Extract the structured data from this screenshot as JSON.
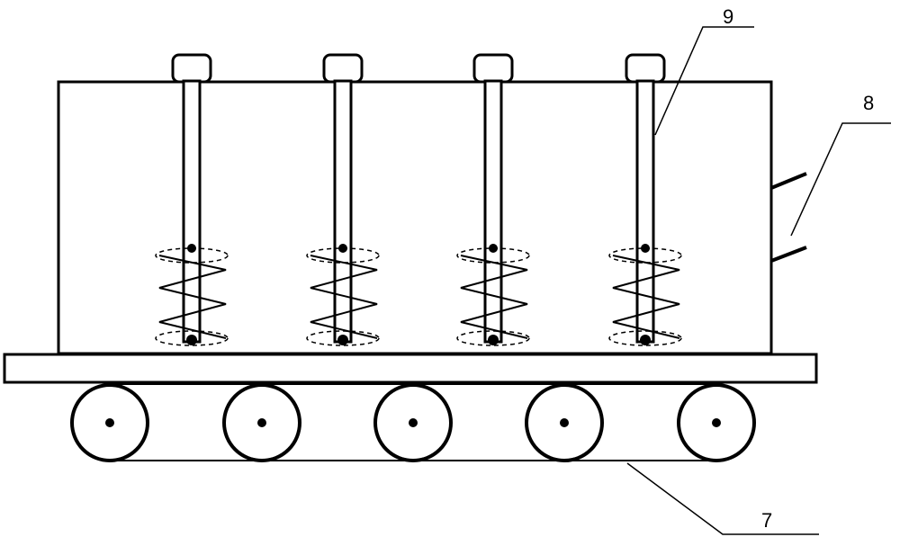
{
  "diagram": {
    "callouts": {
      "label_7": "7",
      "label_8": "8",
      "label_9": "9"
    },
    "auger_count": 4,
    "wheel_count": 5,
    "colors": {
      "stroke": "#000000",
      "background": "#ffffff"
    }
  }
}
